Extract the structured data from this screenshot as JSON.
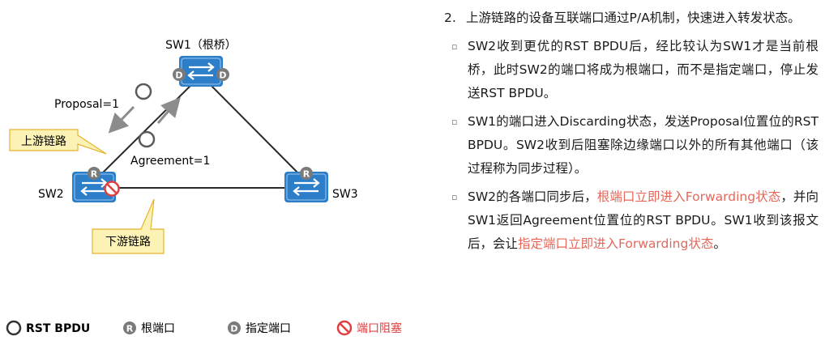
{
  "diagram": {
    "switches": {
      "sw1": "SW1（根桥）",
      "sw2": "SW2",
      "sw3": "SW3"
    },
    "port_badges": {
      "root": "R",
      "designated": "D"
    },
    "messages": {
      "proposal": "Proposal=1",
      "agreement": "Agreement=1"
    },
    "callouts": {
      "upstream": "上游链路",
      "downstream": "下游链路"
    },
    "legend": {
      "rst_bpdu": "RST BPDU",
      "root_port": "根端口",
      "designated_port": "指定端口",
      "blocked_port": "端口阻塞"
    },
    "colors": {
      "switch_blue": "#2d7ec9",
      "badge_gray": "#7a7a7a",
      "block_red": "#e04040",
      "callout_fill": "#fdf2b5",
      "callout_border": "#e3b52e",
      "highlight_red": "#e4675a"
    }
  },
  "text": {
    "step_num": "2.",
    "step_title": "上游链路的设备互联端口通过P/A机制，快速进入转发状态。",
    "bullets": [
      {
        "parts": [
          "SW2收到更优的RST BPDU后，经比较认为SW1才是当前根桥，此时SW2的端口将成为根端口，而不是指定端口，停止发送RST BPDU。"
        ]
      },
      {
        "parts": [
          "SW1的端口进入Discarding状态，发送Proposal位置位的RST BPDU。SW2收到后阻塞除边缘端口以外的所有其他端口（该过程称为同步过程）。"
        ]
      },
      {
        "parts": [
          "SW2的各端口同步后，",
          "根端口立即进入Forwarding状态",
          "，并向SW1返回Agreement位置位的RST BPDU。SW1收到该报文后，会让",
          "指定端口立即进入Forwarding状态",
          "。"
        ]
      }
    ]
  }
}
